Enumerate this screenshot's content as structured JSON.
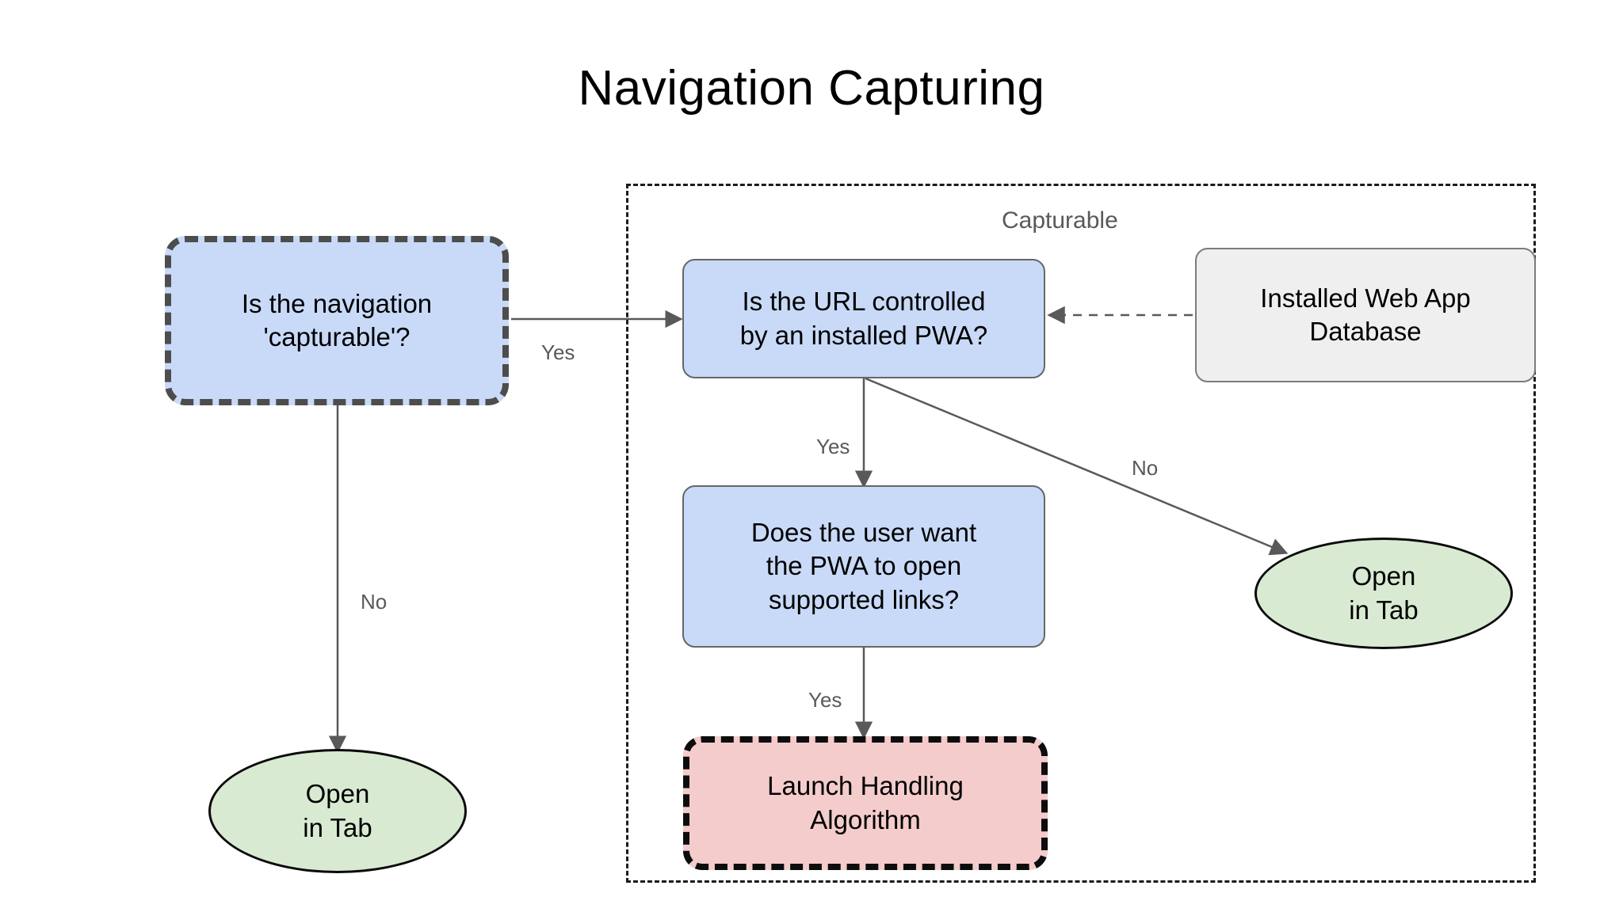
{
  "page": {
    "title": "Navigation Capturing",
    "background": "#ffffff"
  },
  "colors": {
    "blue_fill": "#c9daf8",
    "green_fill": "#d9ead3",
    "pink_fill": "#f4cccc",
    "gray_fill": "#efefef",
    "edge_stroke": "#595959",
    "label_text": "#595959",
    "dashed_accent": "#4d4d4d"
  },
  "group": {
    "label": "Capturable"
  },
  "nodes": {
    "is_capturable": {
      "label_line1": "Is the navigation",
      "label_line2": "'capturable'?"
    },
    "url_controlled": {
      "label_line1": "Is the URL controlled",
      "label_line2": "by an installed PWA?"
    },
    "web_app_db": {
      "label_line1": "Installed Web App",
      "label_line2": "Database"
    },
    "user_want": {
      "label_line1": "Does the user want",
      "label_line2": "the PWA to open",
      "label_line3": "supported links?"
    },
    "launch_handling": {
      "label_line1": "Launch Handling",
      "label_line2": "Algorithm"
    },
    "open_in_tab_left": {
      "label_line1": "Open",
      "label_line2": "in Tab"
    },
    "open_in_tab_right": {
      "label_line1": "Open",
      "label_line2": "in Tab"
    }
  },
  "edges": {
    "capturable_yes": "Yes",
    "capturable_no": "No",
    "url_yes": "Yes",
    "url_no": "No",
    "user_yes": "Yes"
  }
}
